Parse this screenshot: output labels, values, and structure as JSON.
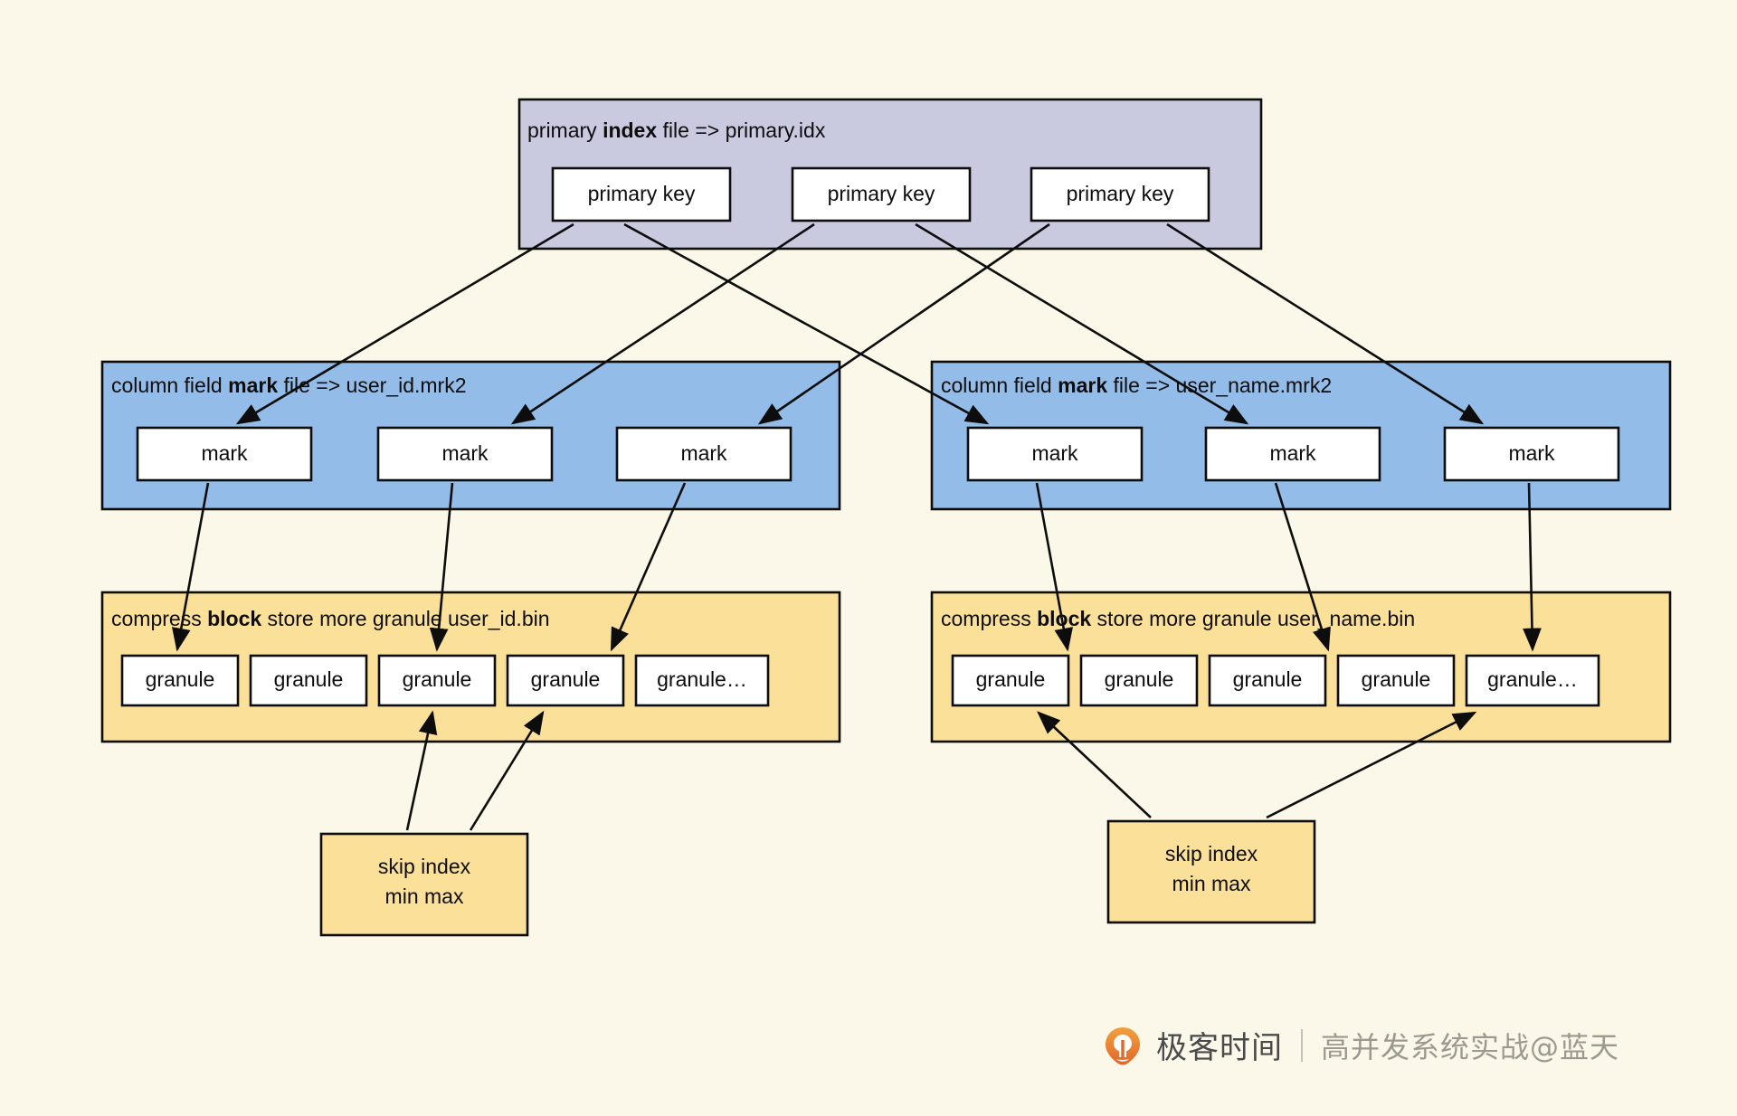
{
  "diagram": {
    "title_bold_segments": true,
    "groups": [
      {
        "id": "primary-index",
        "label_pre": "primary ",
        "label_bold": "index",
        "label_post": " file => primary.idx",
        "color": "#c9c9e0",
        "nodes": [
          {
            "label": "primary key"
          },
          {
            "label": "primary key"
          },
          {
            "label": "primary key"
          }
        ]
      },
      {
        "id": "mark-user-id",
        "label_pre": "column field ",
        "label_bold": "mark",
        "label_post": " file => user_id.mrk2",
        "color": "#94bce8",
        "nodes": [
          {
            "label": "mark"
          },
          {
            "label": "mark"
          },
          {
            "label": "mark"
          }
        ]
      },
      {
        "id": "mark-user-name",
        "label_pre": "column field ",
        "label_bold": "mark",
        "label_post": " file => user_name.mrk2",
        "color": "#94bce8",
        "nodes": [
          {
            "label": "mark"
          },
          {
            "label": "mark"
          },
          {
            "label": "mark"
          }
        ]
      },
      {
        "id": "block-user-id",
        "label_pre": "compress ",
        "label_bold": "block",
        "label_post": " store more granule user_id.bin",
        "color": "#fbe09a",
        "nodes": [
          {
            "label": "granule"
          },
          {
            "label": "granule"
          },
          {
            "label": "granule"
          },
          {
            "label": "granule"
          },
          {
            "label": "granule…"
          }
        ]
      },
      {
        "id": "block-user-name",
        "label_pre": "compress ",
        "label_bold": "block",
        "label_post": " store more granule user_name.bin",
        "color": "#fbe09a",
        "nodes": [
          {
            "label": "granule"
          },
          {
            "label": "granule"
          },
          {
            "label": "granule"
          },
          {
            "label": "granule"
          },
          {
            "label": "granule…"
          }
        ]
      }
    ],
    "skip_index_boxes": [
      {
        "id": "skip-index-left",
        "line1": "skip index",
        "line2": "min max"
      },
      {
        "id": "skip-index-right",
        "line1": "skip index",
        "line2": "min max"
      }
    ]
  },
  "watermark": {
    "brand": "极客时间",
    "course": "高并发系统实战@蓝天",
    "logo_color": "#e8762c"
  },
  "colors": {
    "background": "#fbf8e9",
    "stroke": "#0d0d0d",
    "purple": "#c9c9e0",
    "blue": "#94bce8",
    "yellow": "#fbe09a",
    "node_fill": "#ffffff"
  }
}
